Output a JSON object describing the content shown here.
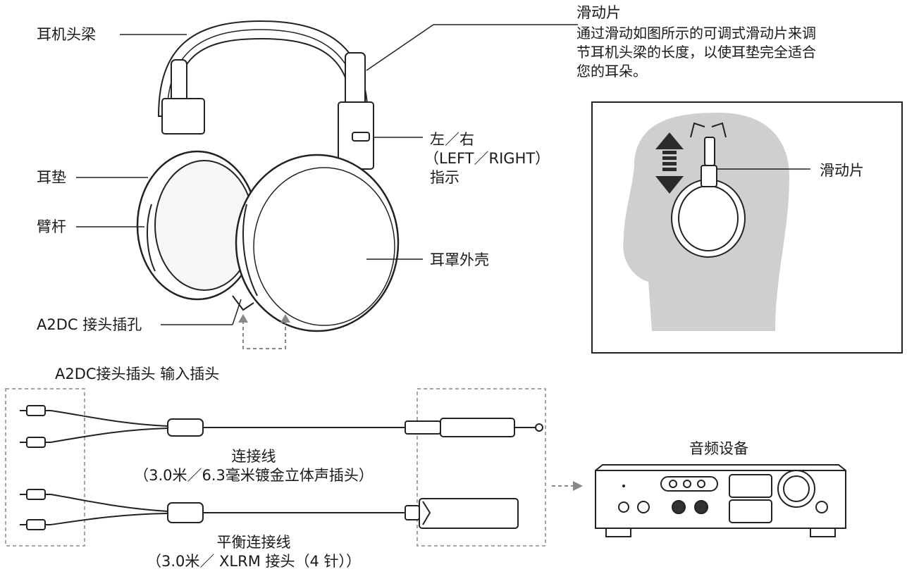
{
  "callouts": {
    "headband": "耳机头梁",
    "earpad": "耳垫",
    "arm": "臂杆",
    "jack": "A2DC 接头插孔",
    "indicator": [
      "左／右",
      "（LEFT／RIGHT）",
      "指示"
    ],
    "housing": "耳罩外壳",
    "slider_title": "滑动片",
    "slider_desc": [
      "通过滑动如图所示的可调式滑动片来调",
      "节耳机头梁的长度，以使耳垫完全适合",
      "您的耳朵。"
    ],
    "slider_inset": "滑动片"
  },
  "plug_caption": "A2DC接头插头 输入插头",
  "cables": {
    "standard": [
      "连接线",
      "（3.0米／6.3毫米镀金立体声插头）"
    ],
    "balanced": [
      "平衡连接线",
      "（3.0米／ XLRM 接头（4 针））"
    ]
  },
  "device": "音频设备"
}
